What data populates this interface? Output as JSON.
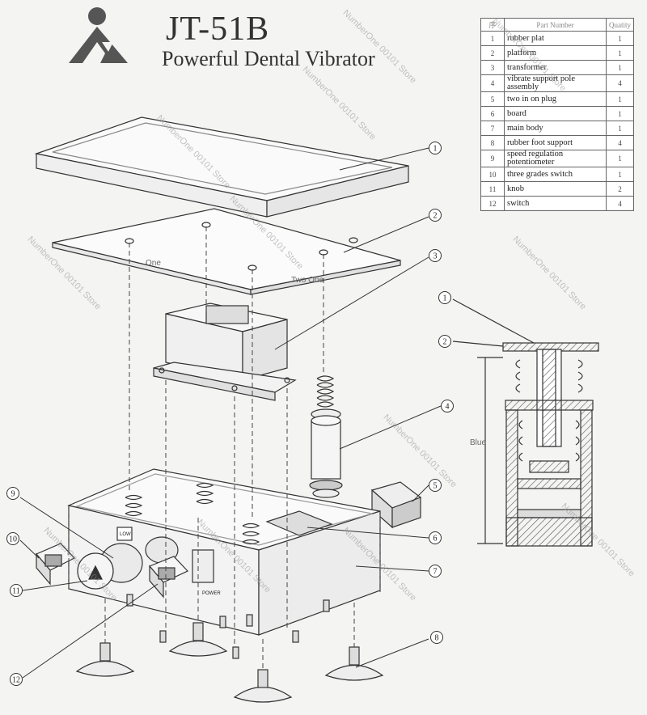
{
  "header": {
    "title": "JT-51B",
    "subtitle": "Powerful Dental Vibrator"
  },
  "parts_table": {
    "headers": [
      "序",
      "Part Number",
      "Quatity"
    ],
    "rows": [
      {
        "no": "1",
        "name": "rubber plat",
        "qty": "1"
      },
      {
        "no": "2",
        "name": "platform",
        "qty": "1"
      },
      {
        "no": "3",
        "name": "transformer",
        "qty": "1"
      },
      {
        "no": "4",
        "name": "vibrate support pole assembly",
        "qty": "4"
      },
      {
        "no": "5",
        "name": "two in on plug",
        "qty": "1"
      },
      {
        "no": "6",
        "name": "board",
        "qty": "1"
      },
      {
        "no": "7",
        "name": "main body",
        "qty": "1"
      },
      {
        "no": "8",
        "name": "rubber foot support",
        "qty": "4"
      },
      {
        "no": "9",
        "name": "speed regulation potentiometer",
        "qty": "1"
      },
      {
        "no": "10",
        "name": "three grades switch",
        "qty": "1"
      },
      {
        "no": "11",
        "name": "knob",
        "qty": "2"
      },
      {
        "no": "12",
        "name": "switch",
        "qty": "4"
      }
    ]
  },
  "callouts": [
    "1",
    "2",
    "3",
    "4",
    "5",
    "6",
    "7",
    "8",
    "9",
    "10",
    "11",
    "12"
  ],
  "section_callouts": [
    "1",
    "2"
  ],
  "overlay_labels": {
    "one": "One",
    "two": "Two One",
    "blue": "Blue"
  },
  "panel_labels": {
    "low": "LOW",
    "power": "POWER"
  },
  "watermark": "NumberOne 00101 Store"
}
